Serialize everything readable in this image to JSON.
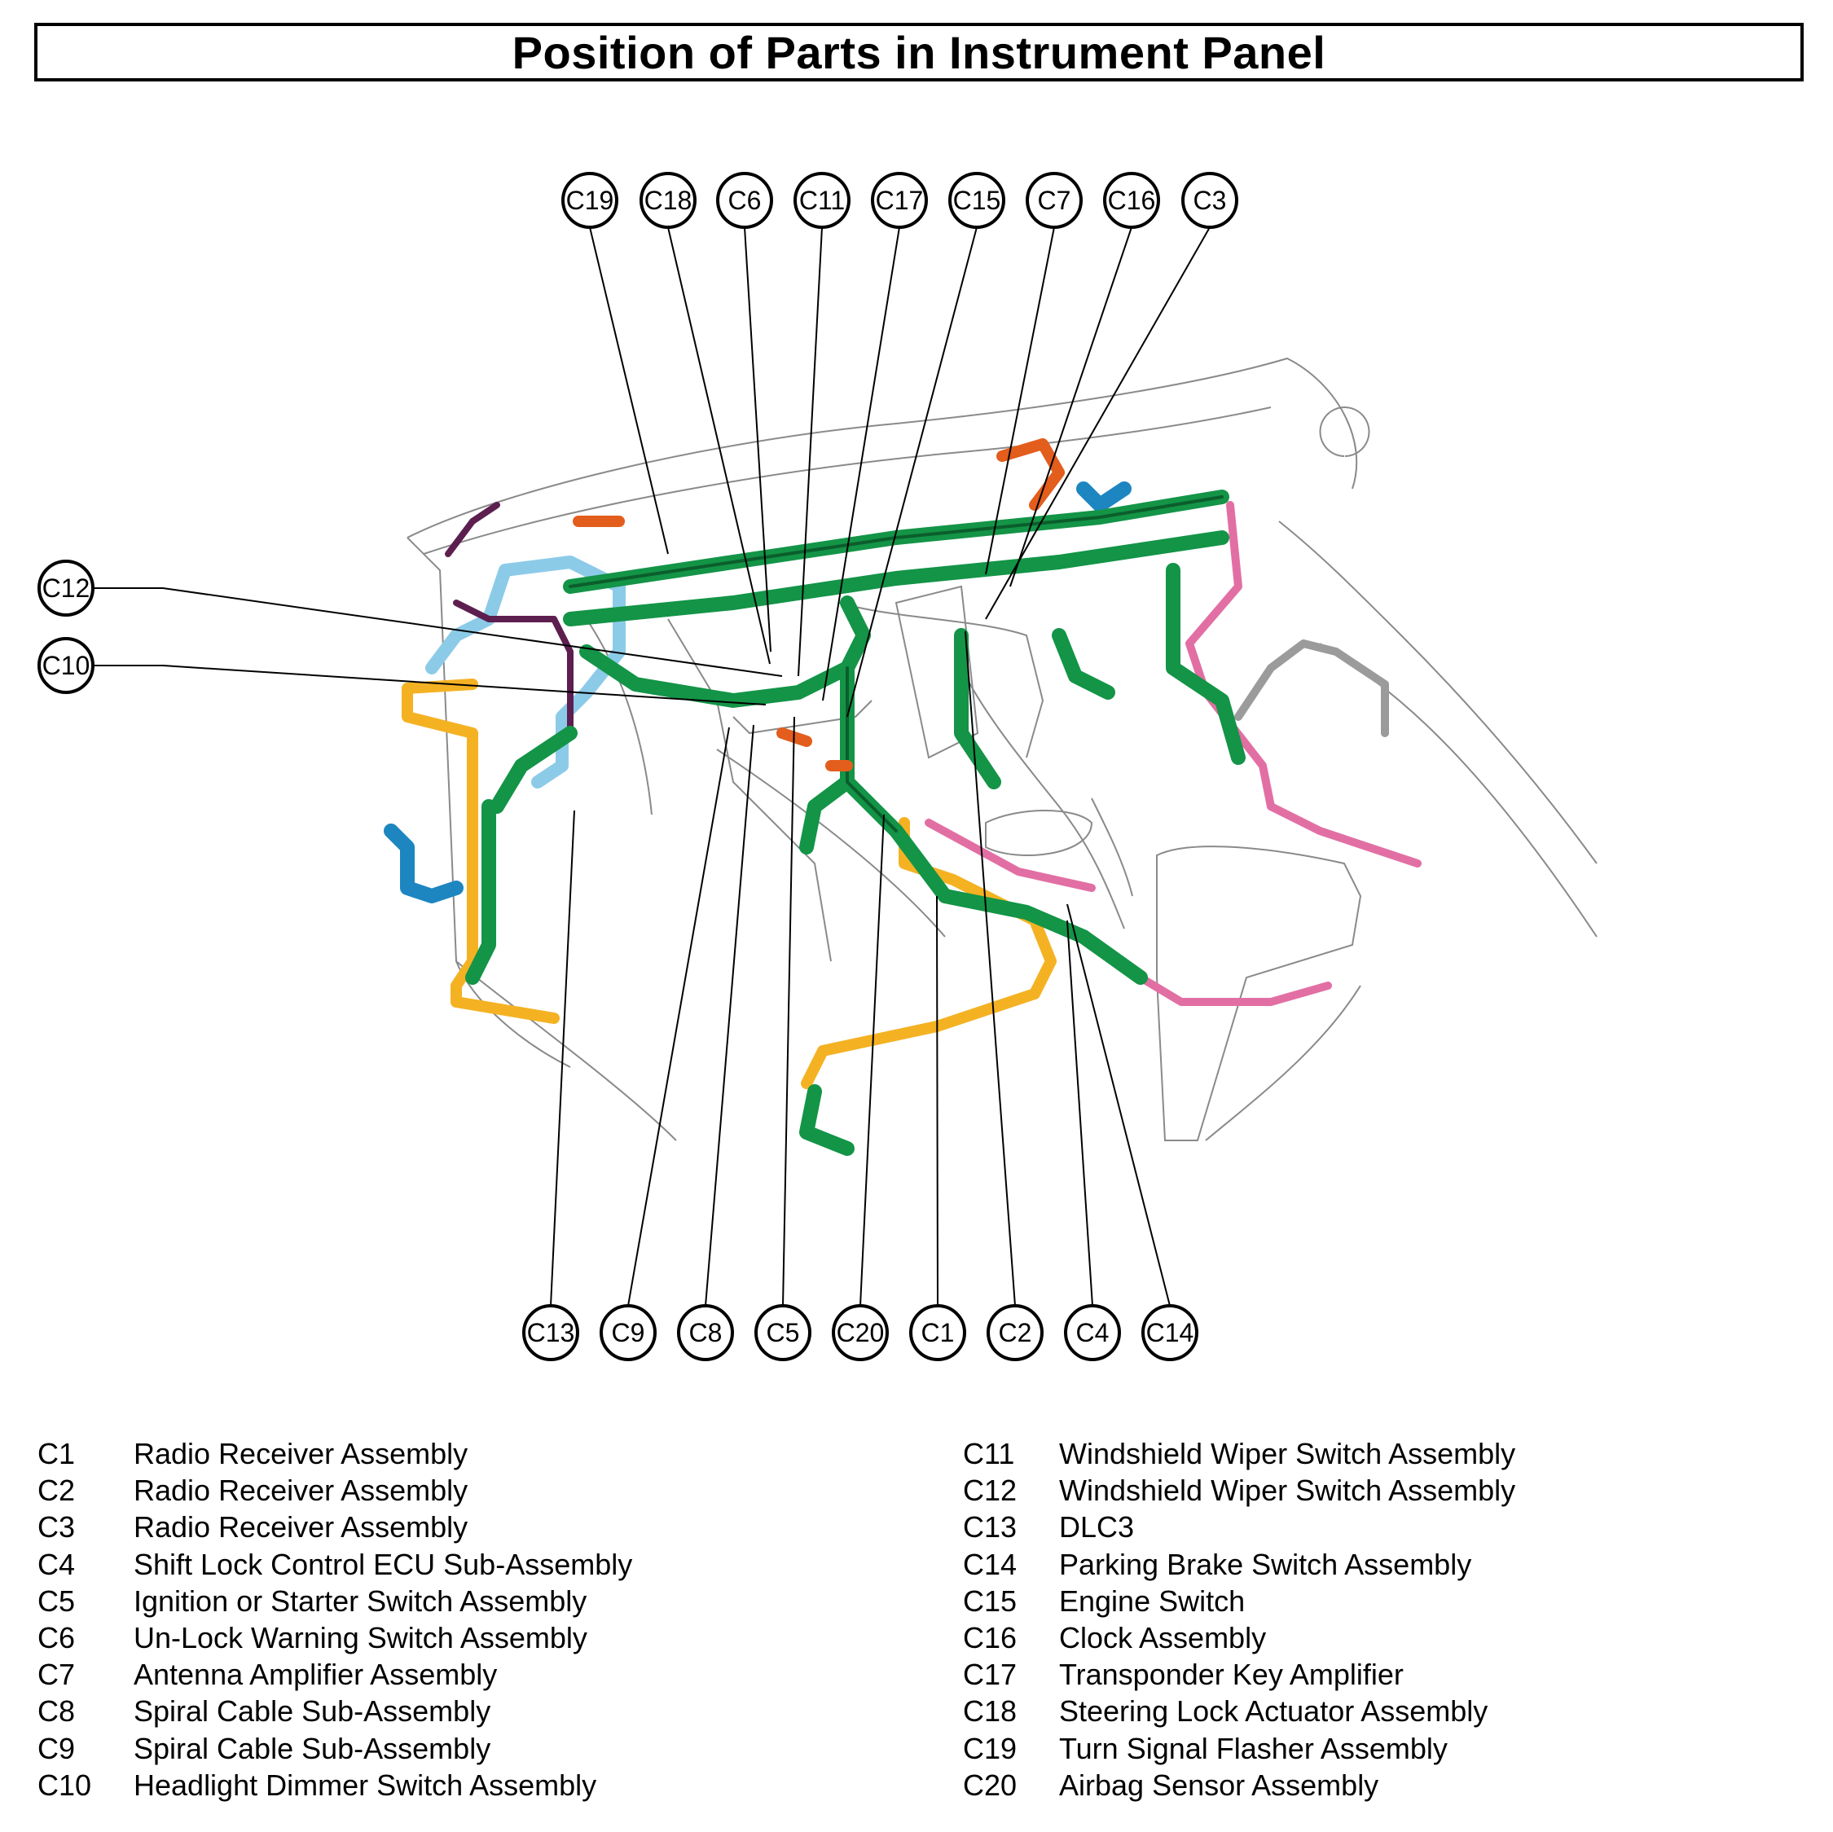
{
  "title": "Position of Parts in Instrument Panel",
  "callouts": {
    "top": [
      "C19",
      "C18",
      "C6",
      "C11",
      "C17",
      "C15",
      "C7",
      "C16",
      "C3"
    ],
    "left": [
      "C12",
      "C10"
    ],
    "bottom": [
      "C13",
      "C9",
      "C8",
      "C5",
      "C20",
      "C1",
      "C2",
      "C4",
      "C14"
    ]
  },
  "legend": {
    "left": [
      {
        "code": "C1",
        "name": "Radio Receiver Assembly"
      },
      {
        "code": "C2",
        "name": "Radio Receiver Assembly"
      },
      {
        "code": "C3",
        "name": "Radio Receiver Assembly"
      },
      {
        "code": "C4",
        "name": "Shift Lock Control ECU Sub-Assembly"
      },
      {
        "code": "C5",
        "name": "Ignition or Starter Switch Assembly"
      },
      {
        "code": "C6",
        "name": "Un-Lock Warning Switch Assembly"
      },
      {
        "code": "C7",
        "name": "Antenna Amplifier Assembly"
      },
      {
        "code": "C8",
        "name": "Spiral Cable Sub-Assembly"
      },
      {
        "code": "C9",
        "name": "Spiral Cable Sub-Assembly"
      },
      {
        "code": "C10",
        "name": "Headlight Dimmer Switch Assembly"
      }
    ],
    "right": [
      {
        "code": "C11",
        "name": "Windshield Wiper Switch Assembly"
      },
      {
        "code": "C12",
        "name": "Windshield Wiper Switch Assembly"
      },
      {
        "code": "C13",
        "name": "DLC3"
      },
      {
        "code": "C14",
        "name": "Parking Brake Switch Assembly"
      },
      {
        "code": "C15",
        "name": "Engine Switch"
      },
      {
        "code": "C16",
        "name": "Clock Assembly"
      },
      {
        "code": "C17",
        "name": "Transponder Key Amplifier"
      },
      {
        "code": "C18",
        "name": "Steering Lock Actuator Assembly"
      },
      {
        "code": "C19",
        "name": "Turn Signal Flasher Assembly"
      },
      {
        "code": "C20",
        "name": "Airbag Sensor Assembly"
      }
    ]
  },
  "colors": {
    "harness_main": "#139447",
    "harness_dark": "#0b5e2c",
    "harness_yellow": "#f4b223",
    "harness_lightblue": "#8ccbe8",
    "harness_blue": "#1d86c1",
    "harness_pink": "#e26fa4",
    "harness_purple": "#5c1f4f",
    "harness_orange": "#e35d1c",
    "harness_gray": "#9b9b9b",
    "panel_outline": "#8a8a8a"
  }
}
